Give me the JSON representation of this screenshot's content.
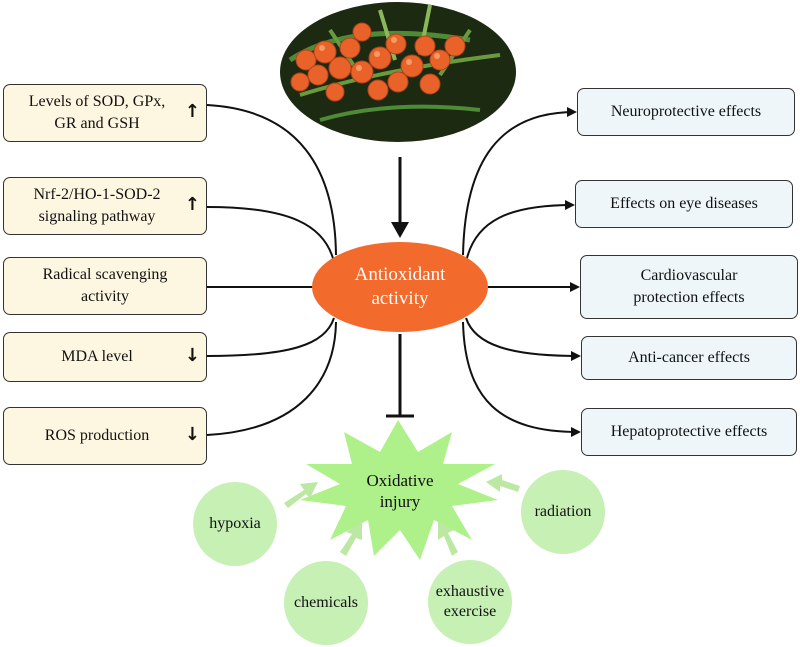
{
  "center": {
    "line1": "Antioxidant",
    "line2": "activity"
  },
  "left_boxes": [
    {
      "line1": "Levels of SOD, GPx,",
      "line2": "GR and GSH",
      "arrow": "↑"
    },
    {
      "line1": "Nrf-2/HO-1-SOD-2",
      "line2": "signaling pathway",
      "arrow": "↑"
    },
    {
      "line1": "Radical scavenging",
      "line2": "activity",
      "arrow": ""
    },
    {
      "line1": "MDA level",
      "line2": "",
      "arrow": "↓"
    },
    {
      "line1": "ROS production",
      "line2": "",
      "arrow": "↓"
    }
  ],
  "right_boxes": [
    {
      "line1": "Neuroprotective effects",
      "line2": ""
    },
    {
      "line1": "Effects on eye diseases",
      "line2": ""
    },
    {
      "line1": "Cardiovascular",
      "line2": "protection effects"
    },
    {
      "line1": "Anti-cancer effects",
      "line2": ""
    },
    {
      "line1": "Hepatoprotective effects",
      "line2": ""
    }
  ],
  "oxidative": {
    "line1": "Oxidative",
    "line2": "injury"
  },
  "causes": {
    "hypoxia": "hypoxia",
    "chemicals": "chemicals",
    "exhaustive_line1": "exhaustive",
    "exhaustive_line2": "exercise",
    "radiation": "radiation"
  },
  "colors": {
    "center_fill": "#f26a2c",
    "burst_fill": "#aef08a",
    "circle_fill": "#c6f0b4",
    "left_fill": "#fdf6e0",
    "right_fill": "#eef6fa",
    "berry": "#e8622a",
    "leaf": "#3d7a2a"
  }
}
